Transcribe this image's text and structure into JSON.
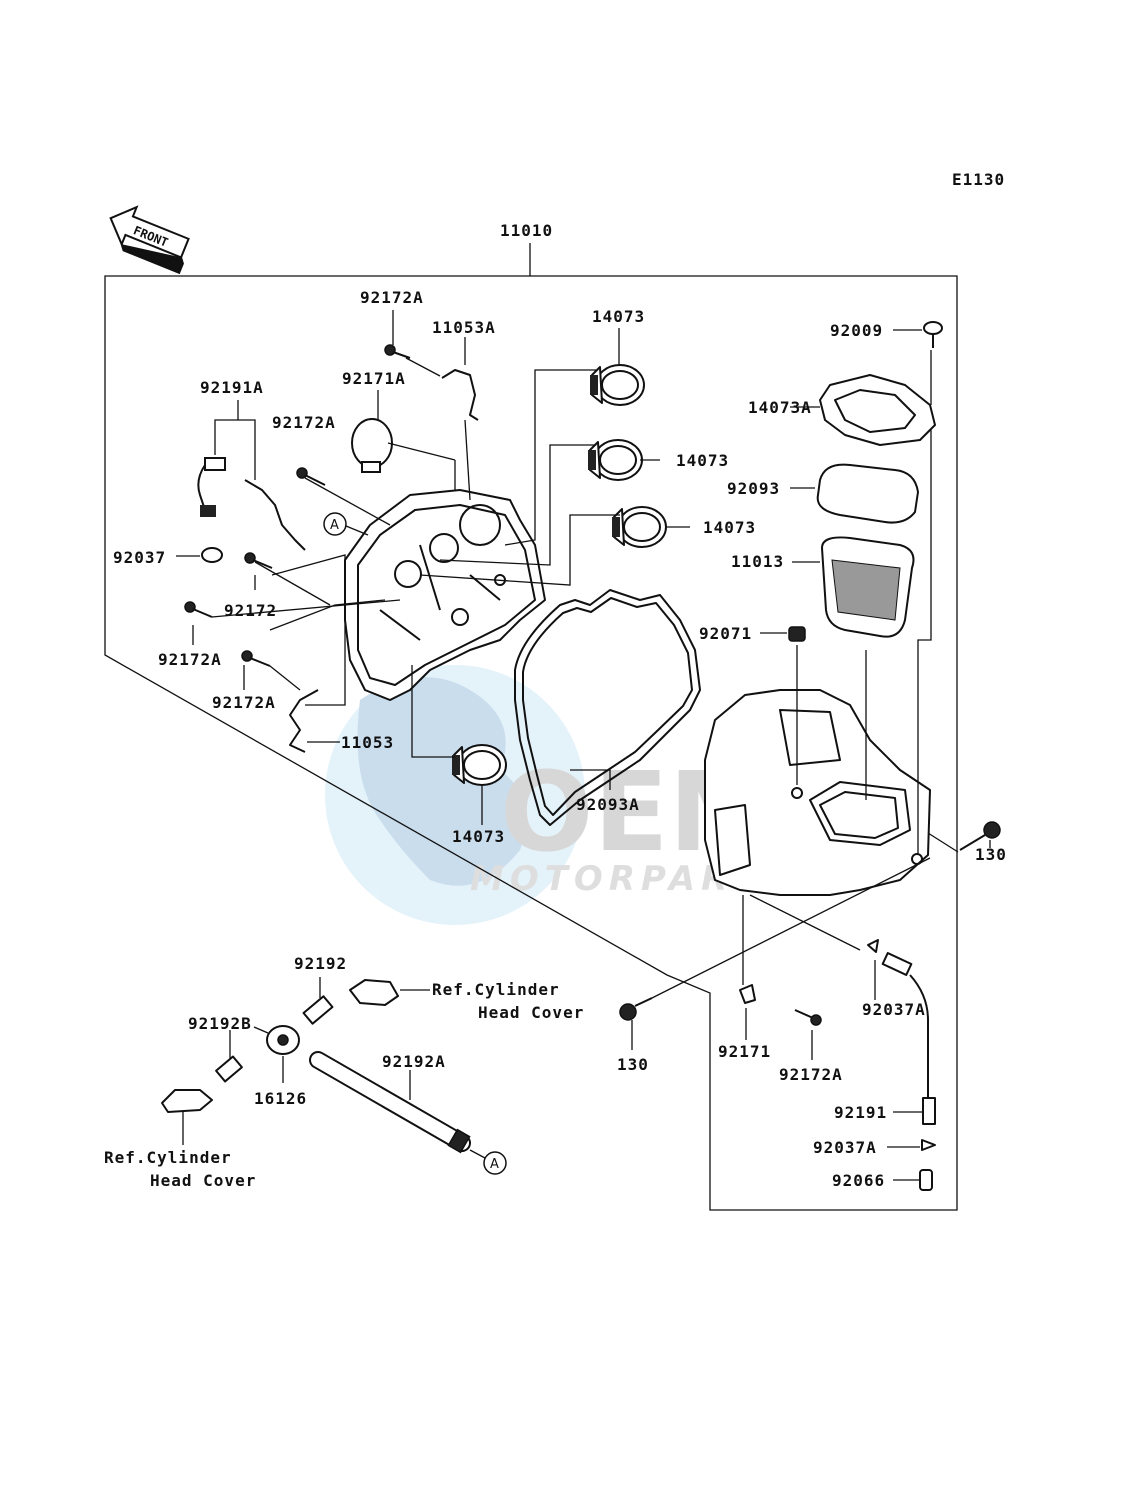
{
  "diagram_code": "E1130",
  "front_label": "FRONT",
  "watermark": {
    "main": "OEM",
    "sub": "MOTORPARTS"
  },
  "callout_marker": "A",
  "labels": {
    "assembly": "11010",
    "p92172A_top": "92172A",
    "p11053A": "11053A",
    "p14073_1": "14073",
    "p92009": "92009",
    "p14073A": "14073A",
    "p92171A": "92171A",
    "p92191A": "92191A",
    "p92172A_mid": "92172A",
    "p14073_2": "14073",
    "p92093": "92093",
    "p14073_3": "14073",
    "p11013": "11013",
    "p92037": "92037",
    "p92172": "92172",
    "p92071": "92071",
    "p92172A_left": "92172A",
    "p92172A_low": "92172A",
    "p11053": "11053",
    "p92093A": "92093A",
    "p14073_4": "14073",
    "p130_right": "130",
    "p92192": "92192",
    "ref_cyl_1_line1": "Ref.Cylinder",
    "ref_cyl_1_line2": "Head Cover",
    "p92192B": "92192B",
    "p16126": "16126",
    "p92192A": "92192A",
    "ref_cyl_2_line1": "Ref.Cylinder",
    "ref_cyl_2_line2": "Head Cover",
    "p130_bottom": "130",
    "p92171": "92171",
    "p92172A_bottom": "92172A",
    "p92037A_1": "92037A",
    "p92191": "92191",
    "p92037A_2": "92037A",
    "p92066": "92066"
  }
}
